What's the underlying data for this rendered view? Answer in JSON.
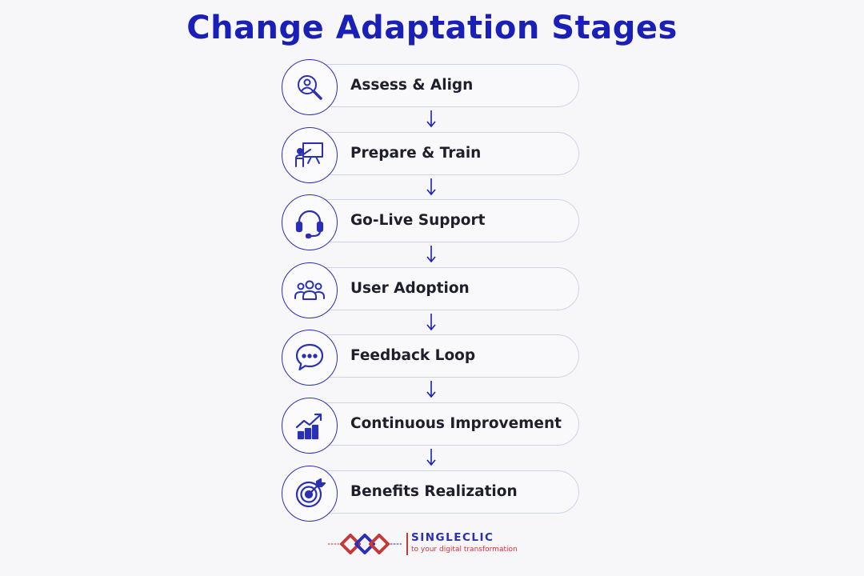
{
  "title": "Change Adaptation Stages",
  "stages": [
    {
      "label": "Assess & Align",
      "icon": "user-search-icon"
    },
    {
      "label": "Prepare & Train",
      "icon": "presentation-icon"
    },
    {
      "label": "Go-Live Support",
      "icon": "headset-icon"
    },
    {
      "label": "User Adoption",
      "icon": "users-group-icon"
    },
    {
      "label": "Feedback Loop",
      "icon": "chat-bubble-icon"
    },
    {
      "label": "Continuous Improvement",
      "icon": "growth-chart-icon"
    },
    {
      "label": "Benefits Realization",
      "icon": "target-icon"
    }
  ],
  "logo": {
    "name": "SINGLECLIC",
    "tagline": "to your digital transformation"
  },
  "colors": {
    "accent": "#1a1fb8",
    "icon": "#2a2fb4",
    "brand_red": "#c23a3a",
    "background": "#f7f7f9"
  }
}
